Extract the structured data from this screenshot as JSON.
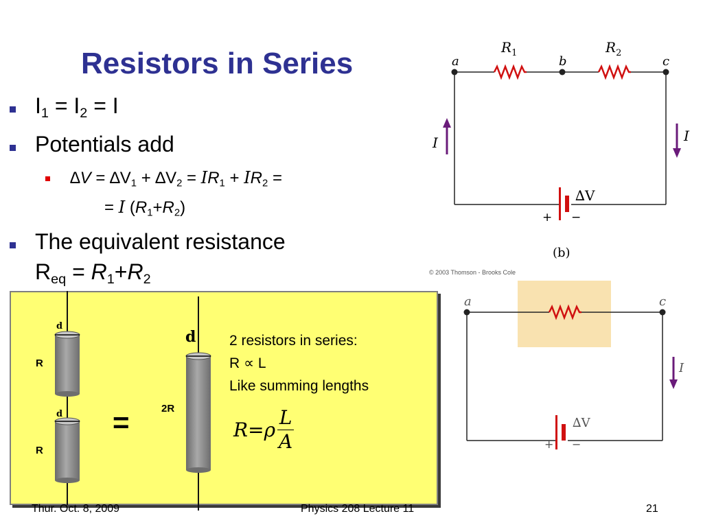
{
  "slide": {
    "title": "Resistors in Series",
    "bullets": {
      "b1": {
        "i": "I",
        "s1": "1",
        "eq1": " = I",
        "s2": "2",
        "eq2": " = I"
      },
      "b2": {
        "text": "Potentials add"
      },
      "sub1": {
        "dV": "∆V",
        "eqA": " = ∆V",
        "s1": "1",
        "plus1": " + ∆V",
        "s2": "2",
        "eqB": " = ",
        "I1": "I",
        "R1": "R",
        "r1": "1",
        "plus2": " + ",
        "I2": "I",
        "R2": "R",
        "r2": "2",
        "eqC": " ="
      },
      "sub2": {
        "eq": "= ",
        "I": "I",
        "open": " (",
        "R1": "R",
        "r1": "1",
        "plus": "+",
        "R2": "R",
        "r2": "2",
        "close": ")"
      }
    },
    "b3": {
      "text": "The equivalent resistance",
      "req": "R",
      "reqsub": "eq",
      "eq": " = ",
      "R1": "R",
      "r1": "1",
      "plus": "+",
      "R2": "R",
      "r2": "2"
    }
  },
  "circuit_b": {
    "node_a": "a",
    "node_b": "b",
    "node_c": "c",
    "R1": "R",
    "R1_sub": "1",
    "R2": "R",
    "R2_sub": "2",
    "I_left": "I",
    "I_right": "I",
    "battery": "∆V",
    "plus": "+",
    "minus": "−",
    "caption": "(b)",
    "copyright": "© 2003 Thomson - Brooks Cole"
  },
  "circuit_eq": {
    "node_a": "a",
    "node_c": "c",
    "I": "I",
    "battery": "∆V",
    "plus": "+",
    "minus": "−"
  },
  "panel": {
    "d1": "d",
    "d2": "d",
    "d3": "d",
    "r_top": "R",
    "r_bottom": "R",
    "r_2": "2R",
    "equals": "=",
    "note1": "2 resistors in series:",
    "note2": "R ∝ L",
    "note3": "Like summing lengths",
    "formula": {
      "R": "R",
      "eq": " = ",
      "rho": "ρ",
      "L": "L",
      "A": "A"
    },
    "colors": {
      "background": "#ffff73",
      "cylinder": "#8c8c8c"
    }
  },
  "footer": {
    "date": "Thur. Oct. 8, 2009",
    "course": "Physics 208 Lecture 11",
    "page": "21"
  },
  "colors": {
    "title": "#2e3192",
    "bullet": "#2e3192",
    "sub_bullet": "#e00000",
    "resistor": "#d01010",
    "current_arrow": "#6a1b7a"
  }
}
